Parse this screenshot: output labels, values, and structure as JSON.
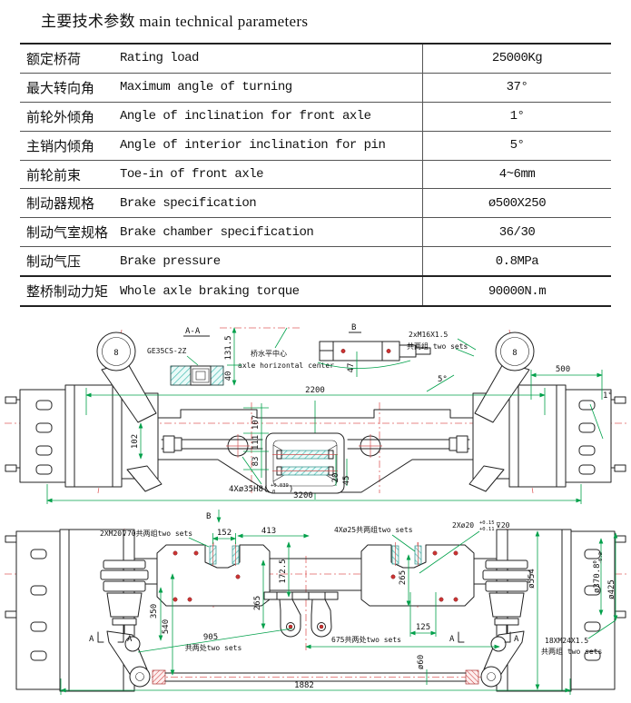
{
  "page": {
    "title": "主要技术参数 main technical parameters"
  },
  "table": {
    "rows": [
      {
        "cn": "额定桥荷",
        "en": "Rating load",
        "value": "25000Kg"
      },
      {
        "cn": "最大转向角",
        "en": "Maximum angle of turning",
        "value": "37°"
      },
      {
        "cn": "前轮外倾角",
        "en": "Angle of inclination for front axle",
        "value": "1°"
      },
      {
        "cn": "主销内倾角",
        "en": "Angle of interior  inclination for pin",
        "value": "5°"
      },
      {
        "cn": "前轮前束",
        "en": "Toe-in of front axle",
        "value": "4~6mm"
      },
      {
        "cn": "制动器规格",
        "en": "Brake specification",
        "value": "ø500X250"
      },
      {
        "cn": "制动气室规格",
        "en": "Brake chamber specification",
        "value": "36/30"
      },
      {
        "cn": "制动气压",
        "en": "Brake pressure",
        "value": "0.8MPa"
      },
      {
        "cn": "整桥制动力矩",
        "en": "Whole axle braking torque",
        "value": "90000N.m"
      }
    ]
  },
  "front_view": {
    "section_aa": "A-A",
    "bearing": "GE35CS-2Z",
    "dim_131_5": "131.5",
    "dim_40": "40",
    "center_cn": "桥水平中心",
    "center_en": "axle horizontal center",
    "section_b": "B",
    "dim_47": "47",
    "thread_m16": "2xM16X1.5",
    "m16_note": "共两组 two sets",
    "dim_500": "500",
    "angle_5": "5°",
    "dim_2200": "2200",
    "angle_1": "1°",
    "dim_102": "102",
    "dim_107": "107",
    "dim_111": "111",
    "dim_83": "83",
    "dim_20": "20",
    "dim_45": "45",
    "hole_prefix": "4Xø35H8(",
    "hole_tol_top": "+0.039",
    "hole_tol_bot": "0",
    "hole_suffix": ")",
    "dim_3200": "3200",
    "balloon": "8"
  },
  "plan_view": {
    "section_b": "B",
    "thread_m20": "2XM20⊽70共两组two sets",
    "dim_152": "152",
    "dim_413": "413",
    "holes_25": "4Xø25共两组two sets",
    "pin_prefix": "2Xø20",
    "pin_tol_top": "+0.15",
    "pin_tol_bot": "+0.11",
    "pin_suffix": "⊽20",
    "dim_172_5": "172.5",
    "dim_265_left": "265",
    "dim_265_right": "265",
    "dim_350": "350",
    "dim_540": "540",
    "dim_125": "125",
    "dim_905": "905",
    "note_905": "共两处two sets",
    "dim_675": "675共两处two sets",
    "dia_60": "ø60",
    "dim_1882": "1882",
    "dia_554": "ø554",
    "dia_370_prefix": "ø370.8",
    "dia_370_tol_top": "0",
    "dia_370_tol_bot": "-0.2",
    "dia_425": "ø425",
    "thread_m24": "18XM24X1.5",
    "m24_note": "共两组 two sets",
    "section_a": "A"
  },
  "colors": {
    "dim_green": "#00a04a",
    "centerline_red": "#e06060",
    "hatch_teal": "#49bdb4",
    "dot_red": "#cc3333",
    "line_black": "#222222"
  }
}
